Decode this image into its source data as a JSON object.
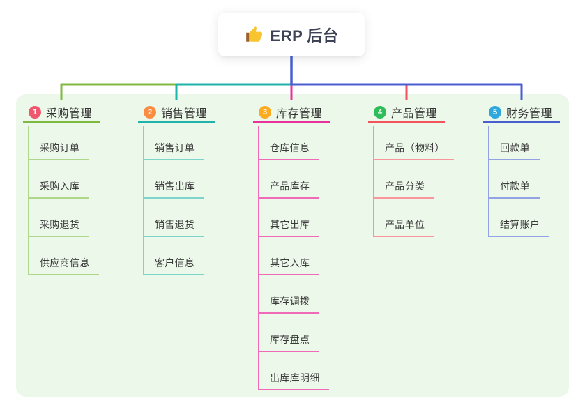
{
  "root": {
    "label": "ERP 后台",
    "icon": "thumbs-up-icon",
    "icon_colors": {
      "hand": "#f8c430",
      "cuff": "#9c5f2e"
    },
    "line_color": "#4a5ed0"
  },
  "panel": {
    "background": "#ecf8e9"
  },
  "branches": [
    {
      "badge": "1",
      "label": "采购管理",
      "badge_color": "#f1566f",
      "line_color": "#80b941",
      "child_line_color": "#b0d789",
      "children": [
        "采购订单",
        "采购入库",
        "采购退货",
        "供应商信息"
      ]
    },
    {
      "badge": "2",
      "label": "销售管理",
      "badge_color": "#fb8d42",
      "line_color": "#1fb3a9",
      "child_line_color": "#7dd4ca",
      "children": [
        "销售订单",
        "销售出库",
        "销售退货",
        "客户信息"
      ]
    },
    {
      "badge": "3",
      "label": "库存管理",
      "badge_color": "#fbab1d",
      "line_color": "#e8319c",
      "child_line_color": "#f06ab8",
      "children": [
        "仓库信息",
        "产品库存",
        "其它出库",
        "其它入库",
        "库存调拨",
        "库存盘点",
        "出库库明细"
      ]
    },
    {
      "badge": "4",
      "label": "产品管理",
      "badge_color": "#2ebd59",
      "line_color": "#f4525d",
      "child_line_color": "#f9959c",
      "children": [
        "产品（物料）",
        "产品分类",
        "产品单位"
      ]
    },
    {
      "badge": "5",
      "label": "财务管理",
      "badge_color": "#2ea7dd",
      "line_color": "#4a5ed0",
      "child_line_color": "#92a2e4",
      "children": [
        "回款单",
        "付款单",
        "结算账户"
      ]
    }
  ]
}
